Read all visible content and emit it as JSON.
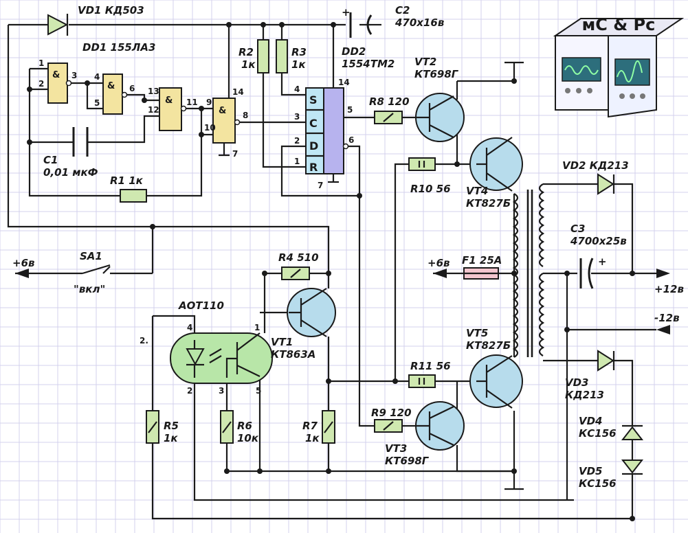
{
  "logo": {
    "text": "мС & Рс"
  },
  "parts": {
    "vd1": "VD1 КД503",
    "c2_name": "C2",
    "c2_value": "470х16в",
    "dd1": "DD1  155ЛА3",
    "r2": "R2",
    "r2_value": "1к",
    "r3": "R3",
    "r3_value": "1к",
    "dd2": "DD2",
    "dd2_type": "1554ТМ2",
    "vt2": "VT2",
    "vt2_type": "КТ698Г",
    "r8": "R8  120",
    "c1": "C1",
    "c1_value": "0,01 мкФ",
    "r1": "R1  1к",
    "r10": "R10  56",
    "vt4": "VT4",
    "vt4_type": "КТ827Б",
    "vd2": "VD2 КД213",
    "c3": "C3",
    "c3_value": "4700х25в",
    "sa1": "SA1",
    "sa1_label": "\"вкл\"",
    "r4": "R4  510",
    "f1": "F1  25A",
    "aot": "АОТ110",
    "vt1": "VT1",
    "vt1_type": "КТ863А",
    "vt5": "VT5",
    "vt5_type": "КТ827Б",
    "r11": "R11  56",
    "vd3": "VD3",
    "vd3_type": "КД213",
    "r5": "R5",
    "r5_value": "1к",
    "r6": "R6",
    "r6_value": "10к",
    "r7": "R7",
    "r7_value": "1к",
    "r9": "R9  120",
    "vt3": "VT3",
    "vt3_type": "КТ698Г",
    "vd4": "VD4",
    "vd4_type": "КС156",
    "vd5": "VD5",
    "vd5_type": "КС156"
  },
  "supply": {
    "in_left": "+6в",
    "in_mid": "+6в",
    "out_pos": "+12в",
    "out_neg": "-12в"
  },
  "gate_symbol": "&",
  "flipflop": {
    "s": "S",
    "c": "C",
    "d": "D",
    "r": "R"
  },
  "pins": {
    "g1_a": "1",
    "g1_b": "2",
    "g1_out": "3",
    "g2_a": "4",
    "g2_b": "5",
    "g2_out": "6",
    "g3_a": "13",
    "g3_b": "12",
    "g3_out": "11",
    "g4_a": "9",
    "g4_b": "10",
    "g4_out": "8",
    "g4_vcc": "14",
    "g4_gnd": "7",
    "ff_s": "4",
    "ff_c": "3",
    "ff_d": "2",
    "ff_r": "1",
    "ff_vcc": "14",
    "ff_q": "5",
    "ff_nq": "6",
    "ff_gnd": "7",
    "opto_4": "4",
    "opto_1": "1",
    "opto_2": "2",
    "opto_3": "3",
    "opto_5": "5"
  },
  "marks": {
    "plus": "+",
    "stray": "2."
  },
  "colors": {
    "resistor": "#cfe8b0",
    "gate": "#f3e4a0",
    "transistor": "#b7dcec",
    "optocoupler": "#b8e6a8",
    "flipflop_left": "#bfe6f4",
    "flipflop_right": "#b7b3ee",
    "fuse": "#f4c6cf",
    "grid": "#d3d0ec"
  }
}
